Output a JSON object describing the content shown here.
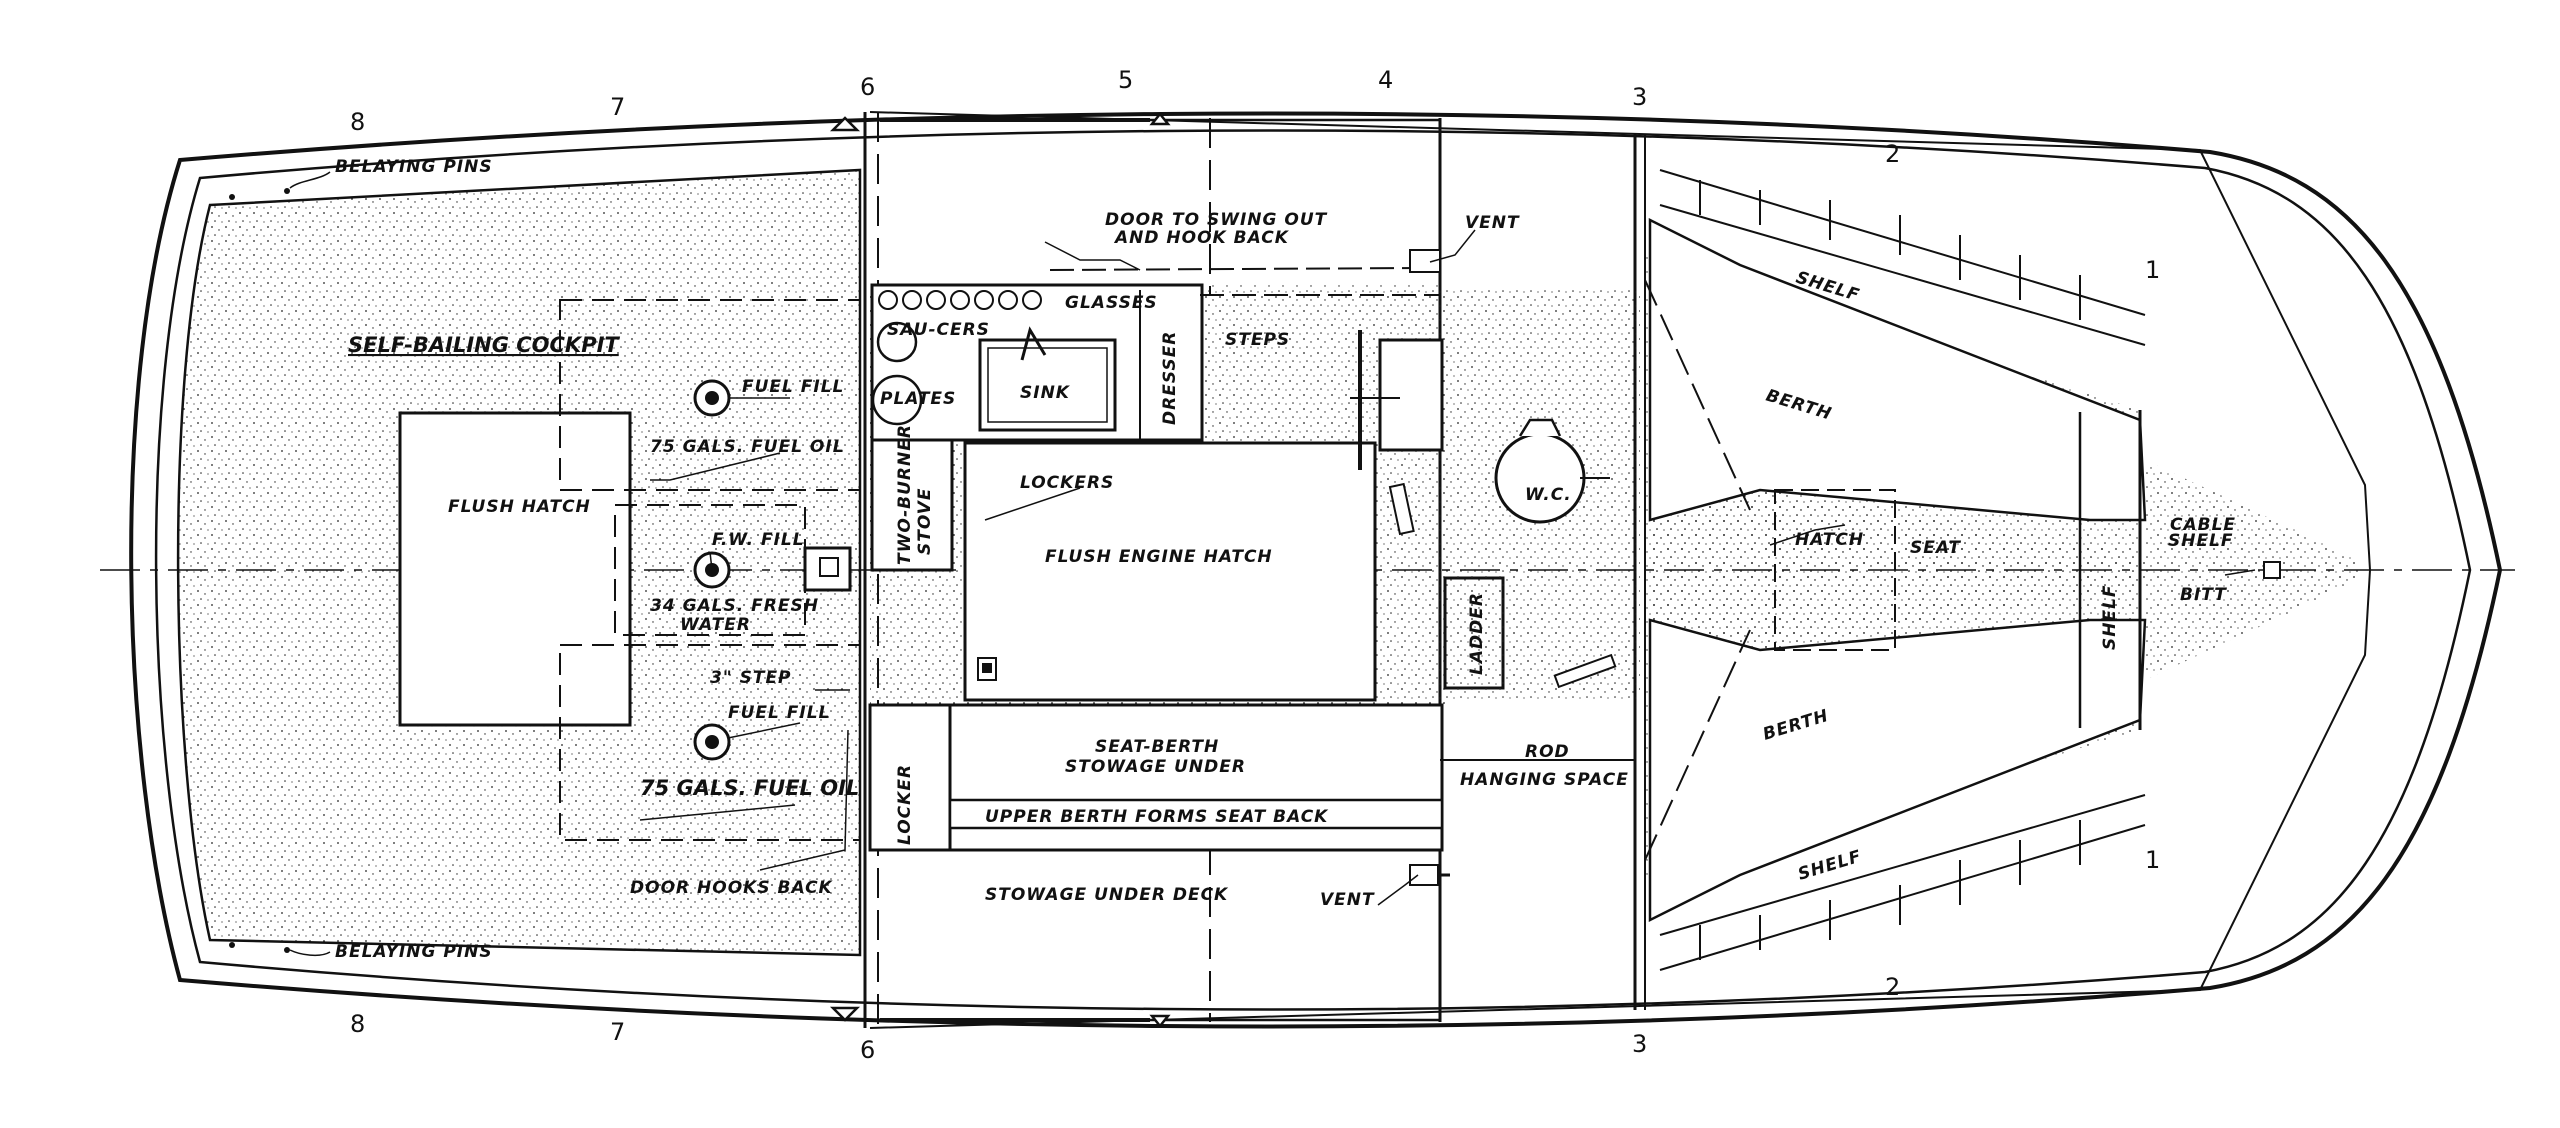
{
  "station_numbers": {
    "top": [
      "8",
      "7",
      "6",
      "5",
      "4",
      "3",
      "2",
      "1"
    ],
    "bottom": [
      "8",
      "7",
      "6",
      "3",
      "2",
      "1"
    ]
  },
  "labels": {
    "belaying_pins_top": "BELAYING PINS",
    "belaying_pins_bottom": "BELAYING PINS",
    "self_bailing_cockpit": "SELF-BAILING COCKPIT",
    "flush_hatch": "FLUSH HATCH",
    "fuel_fill_top": "FUEL FILL",
    "fuel_oil_top": "75 GALS. FUEL OIL",
    "fw_fill": "F.W. FILL",
    "fresh_water": [
      "34 GALS. FRESH",
      "WATER"
    ],
    "step": "3\" STEP",
    "fuel_fill_bottom": "FUEL FILL",
    "fuel_oil_bottom": "75 GALS. FUEL OIL",
    "door_hooks_back": "DOOR HOOKS BACK",
    "door_swing": [
      "DOOR TO SWING OUT",
      "AND HOOK BACK"
    ],
    "vent_top": "VENT",
    "glasses": "GLASSES",
    "saucers": "SAU-CERS",
    "plates": "PLATES",
    "sink": "SINK",
    "dresser": "DRESSER",
    "steps": "STEPS",
    "stove": [
      "TWO-BURNER",
      "STOVE"
    ],
    "lockers": "LOCKERS",
    "flush_engine_hatch": "FLUSH ENGINE HATCH",
    "wc": "W.C.",
    "ladder": "LADDER",
    "locker": "LOCKER",
    "seat_berth": [
      "SEAT-BERTH",
      "STOWAGE UNDER"
    ],
    "upper_berth": "UPPER BERTH FORMS SEAT BACK",
    "rod": "ROD",
    "hanging_space": "HANGING SPACE",
    "stowage_under_deck": "STOWAGE UNDER DECK",
    "vent_bottom": "VENT",
    "shelf_top": "SHELF",
    "shelf_bottom": "SHELF",
    "shelf_fwd": "SHELF",
    "berth_top": "BERTH",
    "berth_bottom": "BERTH",
    "hatch": "HATCH",
    "seat": "SEAT",
    "cable_shelf": [
      "CABLE",
      "SHELF"
    ],
    "bitt": "BITT"
  }
}
